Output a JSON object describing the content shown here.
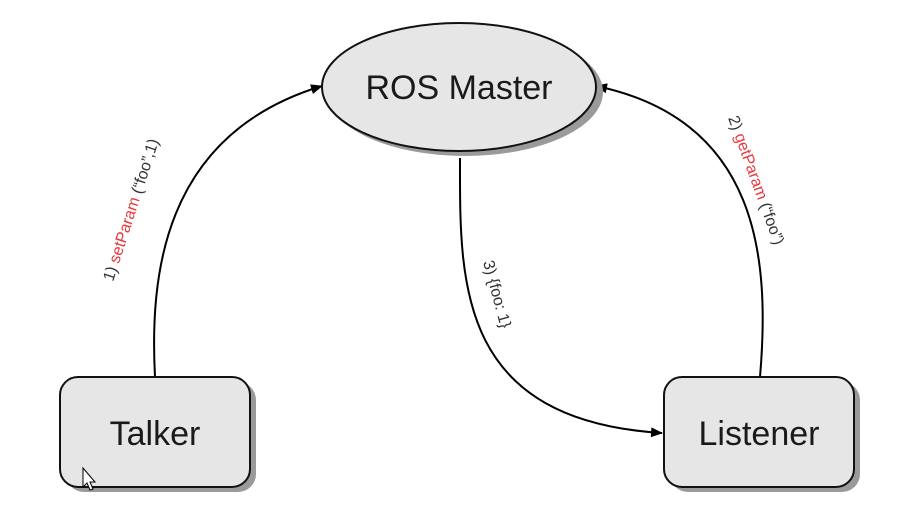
{
  "nodes": {
    "master": {
      "label": "ROS Master"
    },
    "talker": {
      "label": "Talker"
    },
    "listener": {
      "label": "Listener"
    }
  },
  "edges": {
    "set_param": {
      "prefix": "1) ",
      "method": "setParam",
      "args": " (“foo”,1)"
    },
    "get_param": {
      "prefix": "2) ",
      "method": "getParam",
      "args": " (“foo”)"
    },
    "reply": {
      "text": "3) {foo: 1}"
    }
  },
  "colors": {
    "node_fill": "#e6e6e6",
    "node_stroke": "#111111",
    "shadow": "#9a9a9a",
    "highlight": "#e8383b",
    "text": "#1a1a1a"
  },
  "icons": [
    "mouse-cursor-icon"
  ]
}
